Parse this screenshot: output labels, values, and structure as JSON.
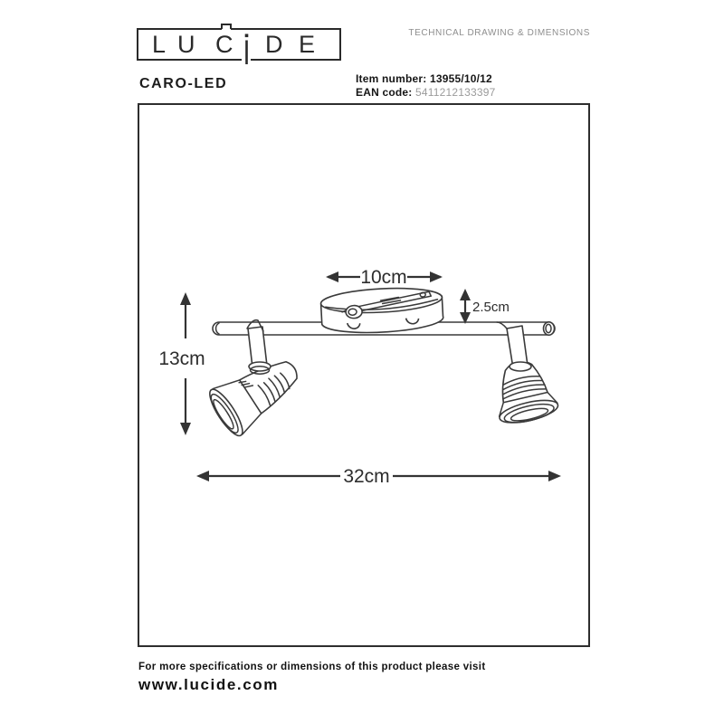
{
  "brand": {
    "logo_letters": [
      "L",
      "U",
      "C",
      "i",
      "D",
      "E"
    ]
  },
  "header": {
    "doc_type": "TECHNICAL DRAWING & DIMENSIONS"
  },
  "product": {
    "name": "CARO-LED",
    "item_number_label": "Item number:",
    "item_number": "13955/10/12",
    "ean_label": "EAN code:",
    "ean": "5411212133397"
  },
  "drawing": {
    "dimensions": {
      "canopy_width": "10cm",
      "canopy_height": "2.5cm",
      "fixture_height": "13cm",
      "fixture_width": "32cm"
    }
  },
  "footer": {
    "note": "For more specifications or dimensions of this product please visit",
    "website": "www.lucide.com"
  },
  "colors": {
    "ink": "#2e2e2e",
    "line": "#3a3a3a",
    "muted": "#8e8e8e"
  }
}
